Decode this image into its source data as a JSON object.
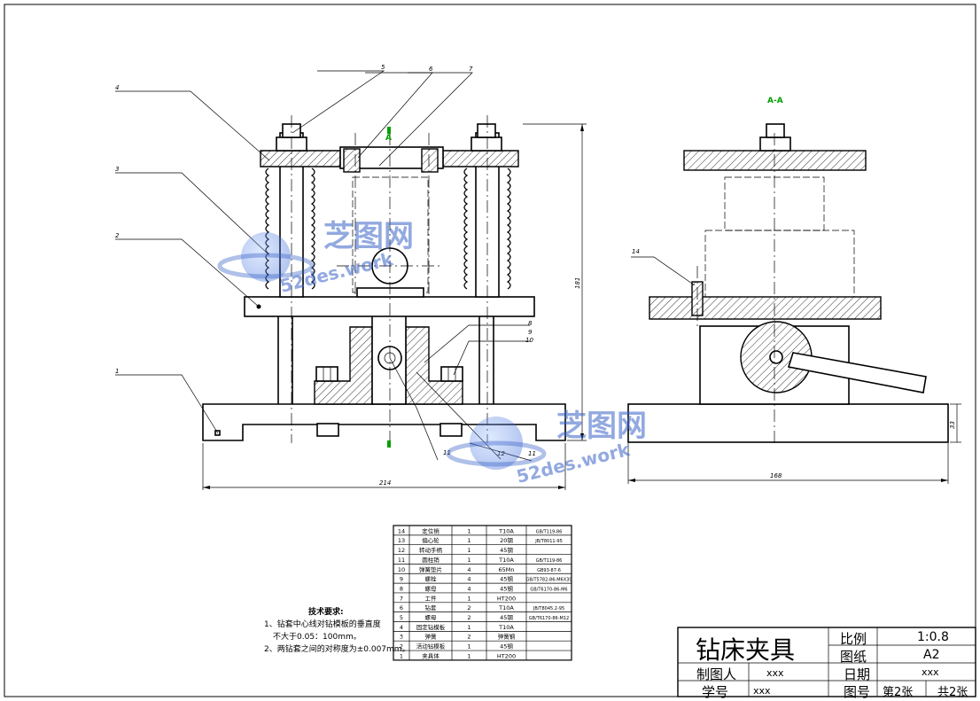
{
  "labels": {
    "p1": "1",
    "p2": "2",
    "p3": "3",
    "p4": "4",
    "p5": "5",
    "p6": "6",
    "p7": "7",
    "p8": "8",
    "p9": "9",
    "p10": "10",
    "p11": "11",
    "p12": "12",
    "p14": "14",
    "section_a": "A",
    "section_aa": "A-A"
  },
  "dimensions": {
    "front_width": "214",
    "front_height": "181",
    "side_width": "168",
    "side_base_height": "33"
  },
  "watermark": {
    "brand": "芝图网",
    "url": "52des.work"
  },
  "tech_req": {
    "title": "技术要求:",
    "line1": "1、钻套中心线对钻模板的垂直度",
    "line2": "不大于0.05：100mm。",
    "line3": "2、两钻套之间的对称度为±0.007mm。"
  },
  "parts": [
    {
      "no": "14",
      "name": "定位销",
      "qty": "1",
      "mat": "T10A",
      "std": "GB/T119-86"
    },
    {
      "no": "13",
      "name": "偏心轮",
      "qty": "1",
      "mat": "20钢",
      "std": "JB/T8011-95"
    },
    {
      "no": "12",
      "name": "转动手柄",
      "qty": "1",
      "mat": "45钢",
      "std": ""
    },
    {
      "no": "11",
      "name": "圆柱销",
      "qty": "1",
      "mat": "T10A",
      "std": "GB/T119-86"
    },
    {
      "no": "10",
      "name": "弹簧垫片",
      "qty": "4",
      "mat": "65Mn",
      "std": "GB93-87-6"
    },
    {
      "no": "9",
      "name": "螺栓",
      "qty": "4",
      "mat": "45钢",
      "std": "GB/T5782-86-M6X30"
    },
    {
      "no": "8",
      "name": "螺母",
      "qty": "4",
      "mat": "45钢",
      "std": "GB/T6170-86-M6"
    },
    {
      "no": "7",
      "name": "工件",
      "qty": "1",
      "mat": "HT200",
      "std": ""
    },
    {
      "no": "6",
      "name": "钻套",
      "qty": "2",
      "mat": "T10A",
      "std": "JB/T8045.2-95"
    },
    {
      "no": "5",
      "name": "螺母",
      "qty": "2",
      "mat": "45钢",
      "std": "GB/T6170-86-M12"
    },
    {
      "no": "4",
      "name": "固定钻模板",
      "qty": "1",
      "mat": "T10A",
      "std": ""
    },
    {
      "no": "3",
      "name": "弹簧",
      "qty": "2",
      "mat": "弹簧钢",
      "std": ""
    },
    {
      "no": "2",
      "name": "活动钻模板",
      "qty": "1",
      "mat": "45钢",
      "std": ""
    },
    {
      "no": "1",
      "name": "夹具体",
      "qty": "1",
      "mat": "HT200",
      "std": ""
    }
  ],
  "title_block": {
    "name": "钻床夹具",
    "scale_label": "比例",
    "scale": "1:0.8",
    "paper_label": "图纸",
    "paper": "A2",
    "drawer_label": "制图人",
    "drawer": "xxx",
    "date_label": "日期",
    "date": "xxx",
    "student_label": "学号",
    "student": "xxx",
    "drawing_no_label": "图号",
    "sheet": "第2张",
    "total": "共2张"
  }
}
